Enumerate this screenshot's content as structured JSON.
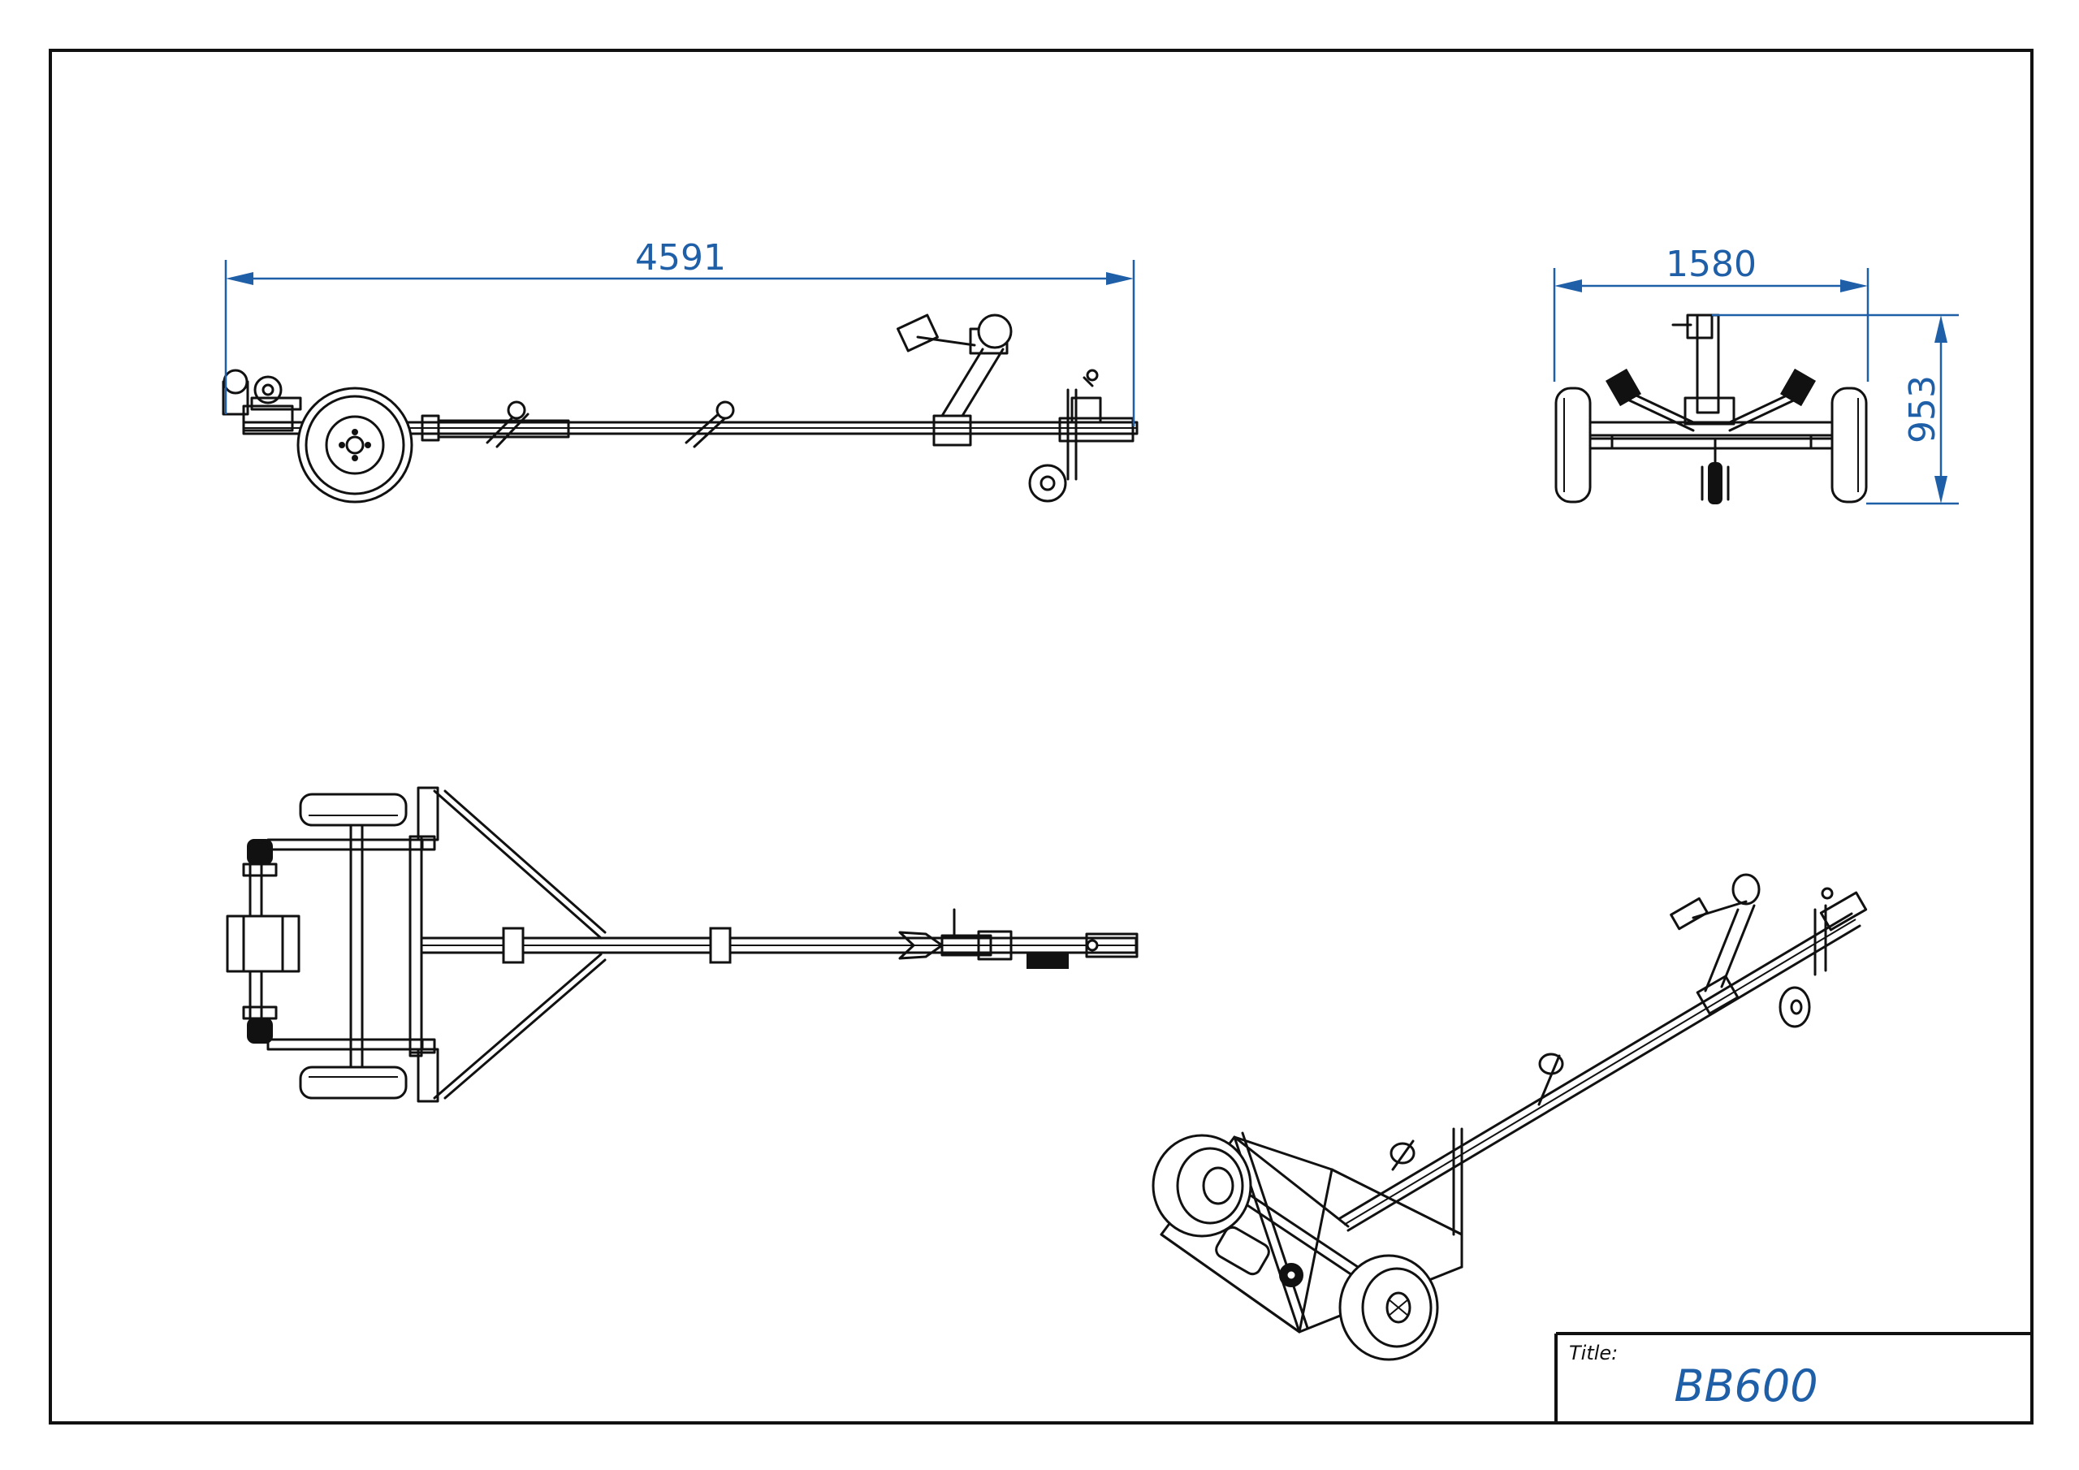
{
  "dimensions": {
    "length": "4591",
    "width": "1580",
    "height": "953"
  },
  "title_block": {
    "label": "Title:",
    "title": "BB600"
  },
  "colors": {
    "dimension": "#1f5fa8",
    "line": "#111111"
  }
}
